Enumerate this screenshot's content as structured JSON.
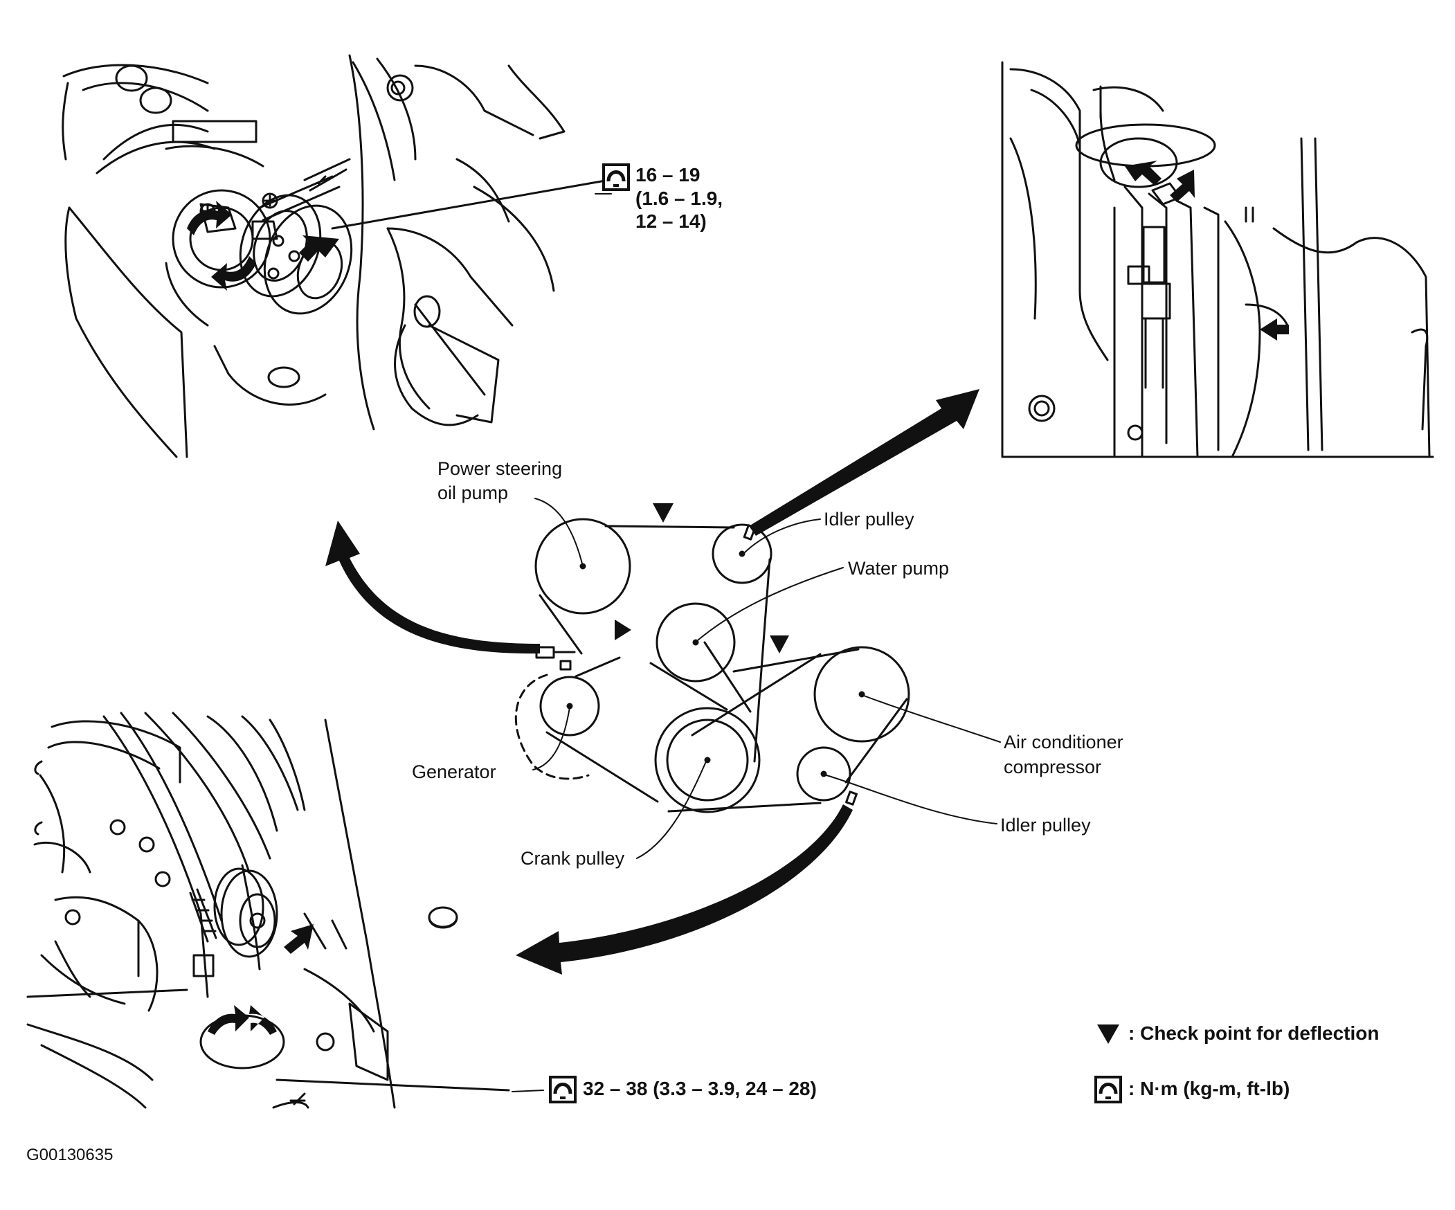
{
  "labels": {
    "power_steering_1": "Power steering",
    "power_steering_2": "oil pump",
    "idler_pulley_upper": "Idler pulley",
    "water_pump": "Water pump",
    "generator": "Generator",
    "ac_compressor_1": "Air conditioner",
    "ac_compressor_2": "compressor",
    "idler_pulley_lower": "Idler pulley",
    "crank_pulley": "Crank pulley"
  },
  "torque_upper": [
    "16 – 19",
    "(1.6 – 1.9,",
    "12 – 14)"
  ],
  "torque_lower": "32 – 38 (3.3 – 3.9, 24 – 28)",
  "legend": {
    "check_point": ": Check point for deflection",
    "units": ": N·m (kg-m, ft-lb)"
  },
  "figure_id": "G00130635",
  "colors": {
    "ink": "#111111",
    "background": "#ffffff"
  },
  "icons": [
    "torque-wrench-icon",
    "check-point-triangle-icon",
    "rotation-arrow-icon"
  ]
}
